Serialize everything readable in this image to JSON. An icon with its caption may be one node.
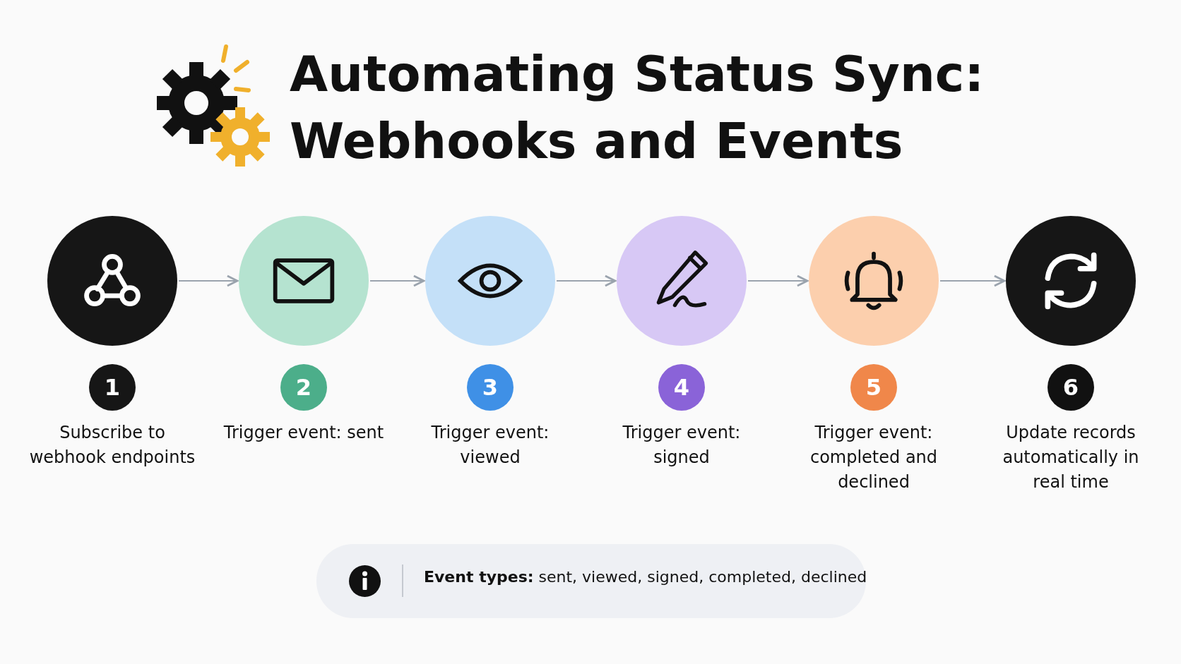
{
  "diagram": {
    "title": "Automating Status Sync: Webhooks and Events",
    "nodes": [
      {
        "text": [
          "1",
          "Subscribe to webhook endpoints"
        ]
      },
      {
        "text": [
          "2",
          "Trigger event: sent"
        ]
      },
      {
        "text": [
          "3",
          "Trigger event: viewed"
        ]
      },
      {
        "text": [
          "4",
          "Trigger event: signed"
        ]
      },
      {
        "text": [
          "5",
          "Trigger event: completed and declined"
        ]
      },
      {
        "text": [
          "6",
          "Update records automatically in real time"
        ]
      }
    ],
    "edges": [
      {
        "from": 0,
        "to": 1,
        "arrow": "to"
      },
      {
        "from": 1,
        "to": 2,
        "arrow": "to"
      },
      {
        "from": 2,
        "to": 3,
        "arrow": "to"
      },
      {
        "from": 3,
        "to": 4,
        "arrow": "to"
      },
      {
        "from": 4,
        "to": 5,
        "arrow": "to"
      }
    ],
    "labels": [
      "**Event types:** sent, viewed, signed, completed, declined"
    ]
  }
}
